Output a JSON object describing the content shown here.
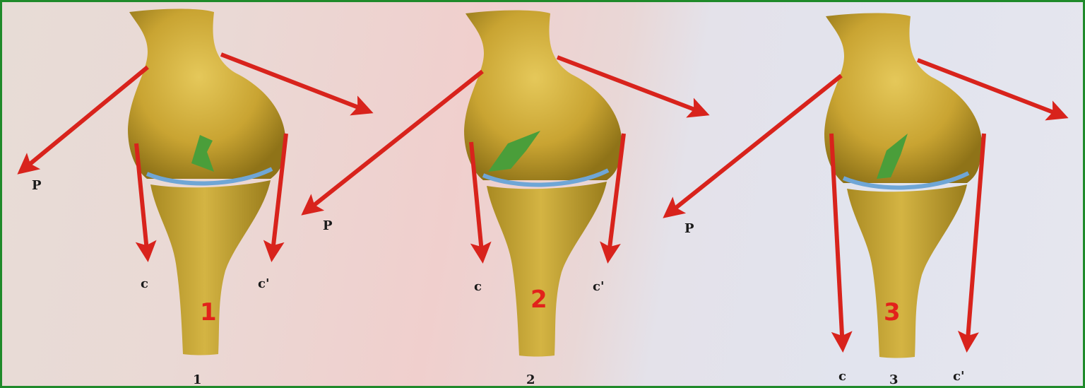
{
  "diagram": {
    "panels": [
      {
        "number": "1",
        "caption": "1",
        "labels": {
          "p": "P",
          "c": "c",
          "c2": "c'"
        }
      },
      {
        "number": "2",
        "caption": "2",
        "labels": {
          "p": "P",
          "c": "c",
          "c2": "c'"
        }
      },
      {
        "number": "3",
        "caption": "3",
        "labels": {
          "p": "P",
          "c": "c",
          "c2": "c'"
        }
      }
    ],
    "colors": {
      "border": "#1f8a2a",
      "bone": "#c9a52f",
      "arrow": "#d8231c",
      "joint_line": "#6fa6d6",
      "green_marker": "#4a9e3a",
      "number": "#e2221b"
    }
  }
}
